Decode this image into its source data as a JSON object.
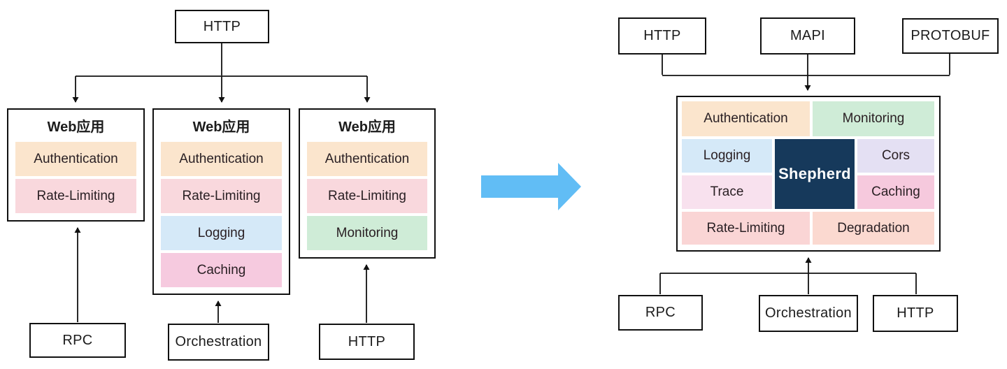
{
  "colors": {
    "authentication": "#fbe5cd",
    "rate_limiting": "#f9d8dd",
    "logging": "#d5e9f8",
    "caching": "#f6cadf",
    "monitoring": "#cfecd7",
    "trace": "#f8e1ee",
    "cors": "#e4e0f3",
    "caching_right": "#f6c9dd",
    "rate_limiting_right": "#fad5d5",
    "degradation": "#fbd9d0",
    "shepherd_bg": "#16395b",
    "arrow_blue": "#61bdf5",
    "border": "#111111"
  },
  "left": {
    "top_protocol": "HTTP",
    "apps": [
      {
        "title": "Web应用",
        "items": [
          "Authentication",
          "Rate-Limiting"
        ]
      },
      {
        "title": "Web应用",
        "items": [
          "Authentication",
          "Rate-Limiting",
          "Logging",
          "Caching"
        ]
      },
      {
        "title": "Web应用",
        "items": [
          "Authentication",
          "Rate-Limiting",
          "Monitoring"
        ]
      }
    ],
    "bottom_protocols": [
      "RPC",
      "Orchestration",
      "HTTP"
    ]
  },
  "right": {
    "top_protocols": [
      "HTTP",
      "MAPI",
      "PROTOBUF"
    ],
    "gateway": {
      "name": "Shepherd",
      "middlewares": [
        "Authentication",
        "Monitoring",
        "Logging",
        "Cors",
        "Trace",
        "Caching",
        "Rate-Limiting",
        "Degradation"
      ]
    },
    "bottom_protocols": [
      "RPC",
      "Orchestration",
      "HTTP"
    ]
  }
}
